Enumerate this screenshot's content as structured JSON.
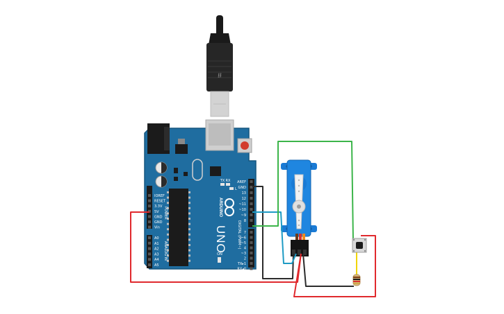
{
  "board": {
    "model_text": "UNO",
    "brand_text": "ARDUINO",
    "power_header_title": "POWER",
    "analog_header_title": "ANALOG IN",
    "digital_header_title": "DIGITAL (PWM~)",
    "tx_led": "TX",
    "rx_led": "RX",
    "led_l": "L",
    "on_label": "ON",
    "power_pins": [
      "IOREF",
      "RESET",
      "3.3V",
      "5V",
      "GND",
      "GND",
      "Vin"
    ],
    "analog_pins": [
      "A0",
      "A1",
      "A2",
      "A3",
      "A4",
      "A5"
    ],
    "top_digital_pins": [
      "AREF",
      "GND",
      "13",
      "12",
      "~11",
      "~10",
      "~9",
      "8"
    ],
    "bottom_digital_pins": [
      "7",
      "~6",
      "~5",
      "4",
      "~3",
      "2",
      "TX▸1",
      "RX◂0"
    ]
  },
  "wire_colors": {
    "red": "#e0292d",
    "black": "#2b2b2b",
    "green": "#3cb54a",
    "blue": "#1e9bc4",
    "yellow": "#f1d500"
  },
  "components": {
    "usb_cable": "usb-cable",
    "servo": "micro-servo",
    "pushbutton": "pushbutton",
    "resistor": "resistor"
  }
}
